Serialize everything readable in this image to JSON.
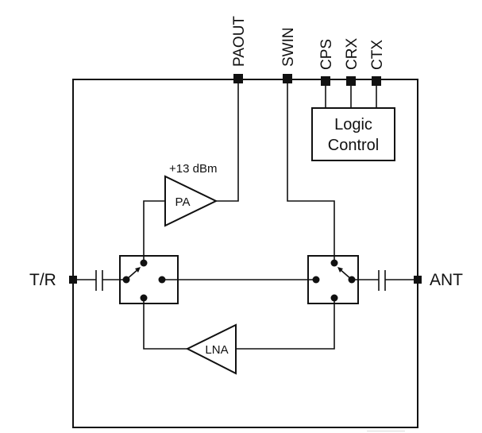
{
  "pins": {
    "paout": "PAOUT",
    "swin": "SWIN",
    "cps": "CPS",
    "crx": "CRX",
    "ctx": "CTX",
    "tr": "T/R",
    "ant": "ANT"
  },
  "blocks": {
    "logic_line1": "Logic",
    "logic_line2": "Control",
    "pa": "PA",
    "lna": "LNA"
  },
  "annotations": {
    "pa_power": "+13 dBm"
  },
  "footer_code": "——————"
}
